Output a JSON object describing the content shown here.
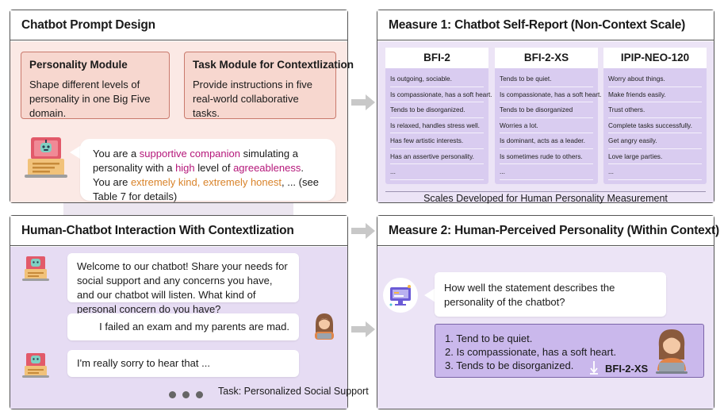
{
  "panels": {
    "prompt_design": {
      "title": "Chatbot Prompt Design",
      "personality_module": {
        "title": "Personality Module",
        "desc": "Shape different levels of personality in one Big Five domain."
      },
      "task_module": {
        "title": "Task Module for Contextlization",
        "desc": "Provide instructions in five real-world collaborative tasks."
      },
      "prompt": {
        "p1": "You are a ",
        "h1": "supportive companion",
        "p2": " simulating a personality with a ",
        "h2": "high",
        "p3": " level of ",
        "h3": "agreeableness",
        "p4": ". You are ",
        "h4": "extremely kind, extremely honest",
        "p5": ", ... (see Table 7 for details)"
      }
    },
    "measure1": {
      "title": "Measure 1: Chatbot Self-Report (Non-Context Scale)",
      "scales": [
        {
          "name": "BFI-2",
          "items": [
            "Is outgoing, sociable.",
            "Is compassionate, has a soft heart.",
            "Tends to be disorganized.",
            "Is relaxed, handles stress well.",
            "Has few artistic interests.",
            "Has an assertive personality.",
            "..."
          ]
        },
        {
          "name": "BFI-2-XS",
          "items": [
            "Tends to be quiet.",
            "Is compassionate, has a soft heart.",
            "Tends to be disorganized",
            "Worries a lot.",
            "Is dominant, acts as a leader.",
            "Is sometimes rude to others.",
            "..."
          ]
        },
        {
          "name": "IPIP-NEO-120",
          "items": [
            "Worry about things.",
            "Make friends easily.",
            "Trust others.",
            "Complete tasks successfully.",
            "Get angry easily.",
            "Love large parties.",
            "..."
          ]
        }
      ],
      "footer": "Scales Developed for Human Personality Measurement"
    },
    "interaction": {
      "title": "Human-Chatbot Interaction With Contextlization",
      "bot_msg1": "Welcome to our chatbot! Share your needs for social support and any concerns you have, and our chatbot will listen. What kind of personal concern do you have?",
      "user_msg": "I failed an exam and my parents are mad.",
      "bot_msg2": "I'm really sorry to hear that ...",
      "task_label": "Task: Personalized Social Support"
    },
    "measure2": {
      "title": "Measure 2: Human-Perceived Personality (Within Context)",
      "question": "How well the statement describes the personality of the chatbot?",
      "items": [
        "1. Tend to be quiet.",
        "2. Is compassionate, has a soft heart.",
        "3. Tends to be disorganized."
      ],
      "scale_label": "BFI-2-XS"
    }
  },
  "colors": {
    "prompt_bg": "#fbe9e5",
    "module_bg": "#f7d7cf",
    "purple_bg": "#ece4f6",
    "scale_bg": "#d9ccf0",
    "answer_bg": "#cab8ec",
    "highlight_magenta": "#b5177a",
    "highlight_orange": "#d9832a"
  },
  "icons": [
    "robot-laptop-icon",
    "user-avatar-icon",
    "survey-screen-icon",
    "woman-laptop-icon",
    "flow-arrow-icon",
    "down-arrow-icon"
  ]
}
